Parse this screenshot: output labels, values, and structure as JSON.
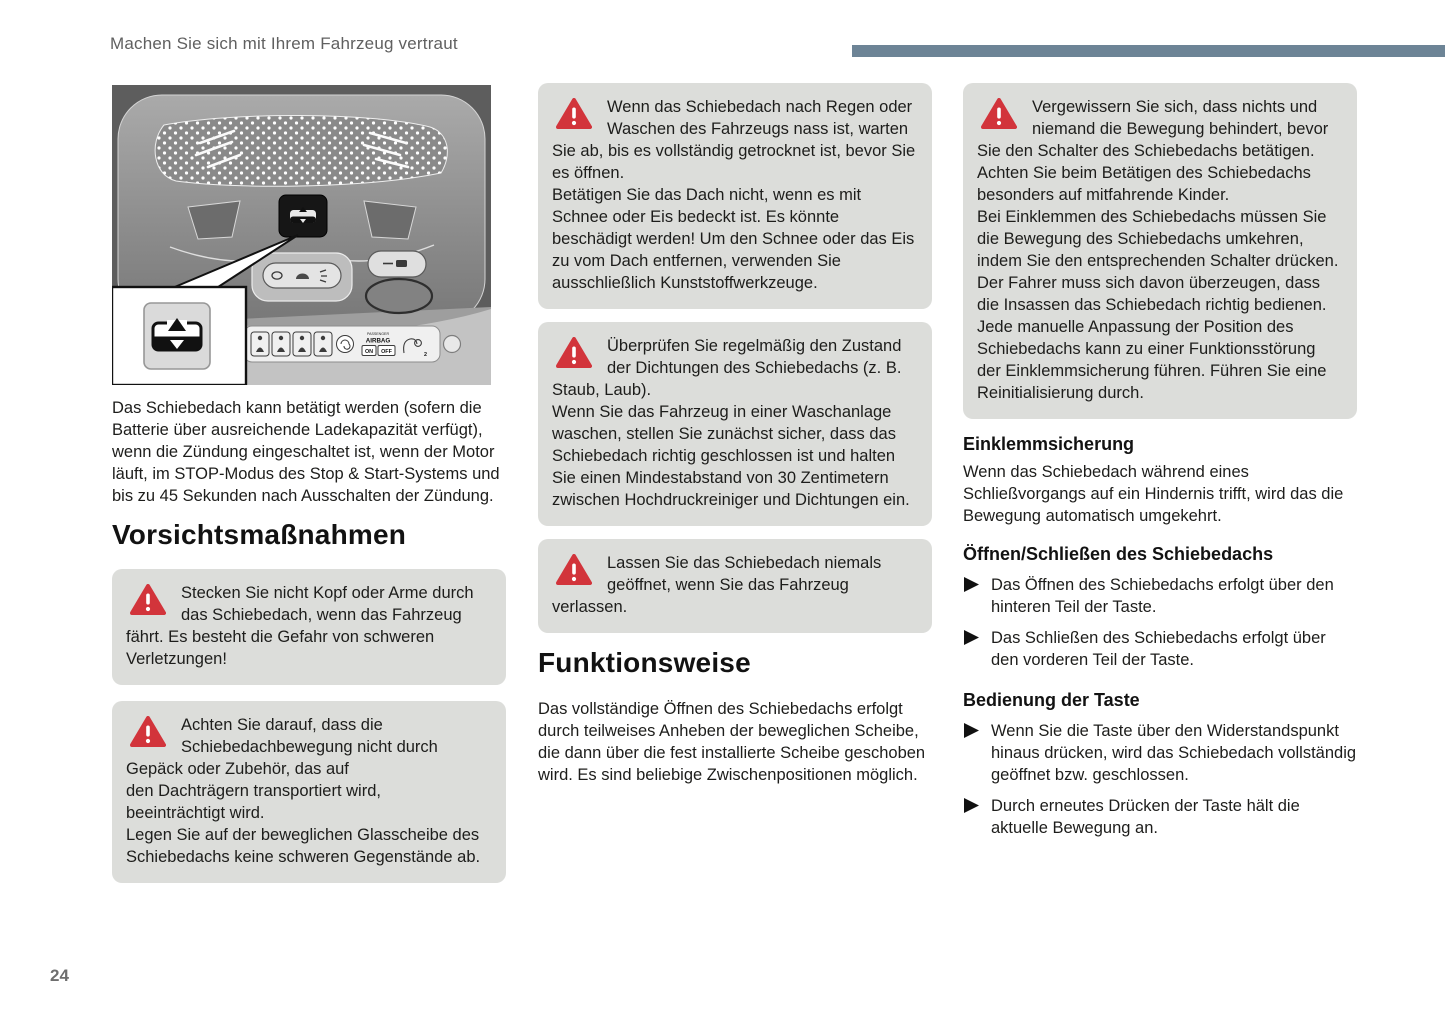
{
  "colors": {
    "accent_bar": "#6d8496",
    "warning_red": "#d2343b",
    "warning_box_bg": "#dcddda"
  },
  "header": {
    "running_head": "Machen Sie sich mit Ihrem Fahrzeug vertraut"
  },
  "footer": {
    "page_number": "24"
  },
  "figure": {
    "description": "overhead-console-with-sunroof-switch",
    "passenger_label": "PASSENGER",
    "airbag_label": "AIRBAG",
    "on_label": "ON",
    "off_label": "OFF"
  },
  "left_column": {
    "intro": "Das Schiebedach kann betätigt werden (sofern die Batterie über ausreichende Ladekapazität verfügt), wenn die Zündung eingeschaltet ist, wenn der Motor läuft, im STOP-Modus des Stop & Start-Systems und bis zu 45 Sekunden nach Ausschalten der Zündung.",
    "heading": "Vorsichtsmaßnahmen",
    "warnings": [
      "Stecken Sie nicht Kopf oder Arme durch das Schiebedach, wenn das Fahrzeug fährt. Es besteht die Gefahr von schweren Verletzungen!",
      "Achten Sie darauf, dass die Schiebedachbewegung nicht durch Gepäck oder Zubehör, das auf\nden Dachträgern transportiert wird,\nbeeinträchtigt wird.\nLegen Sie auf der beweglichen Glasscheibe des Schiebedachs keine schweren Gegenstände ab."
    ]
  },
  "middle_column": {
    "warnings": [
      "Wenn das Schiebedach nach Regen oder Waschen des Fahrzeugs nass ist, warten Sie ab, bis es vollständig getrocknet ist, bevor Sie es öffnen.\nBetätigen Sie das Dach nicht, wenn es mit Schnee oder Eis bedeckt ist. Es könnte beschädigt werden! Um den Schnee oder das Eis zu vom Dach entfernen, verwenden Sie ausschließlich Kunststoffwerkzeuge.",
      "Überprüfen Sie regelmäßig den Zustand der Dichtungen des Schiebedachs (z. B. Staub, Laub).\nWenn Sie das Fahrzeug in einer Waschanlage waschen, stellen Sie zunächst sicher, dass das Schiebedach richtig geschlossen ist und halten\nSie einen Mindestabstand von 30 Zentimetern zwischen Hochdruckreiniger und Dichtungen ein.",
      "Lassen Sie das Schiebedach niemals geöffnet, wenn Sie das Fahrzeug verlassen."
    ],
    "heading": "Funktionsweise",
    "body": "Das vollständige Öffnen des Schiebedachs erfolgt durch teilweises Anheben der beweglichen Scheibe, die dann über die fest installierte Scheibe geschoben wird. Es sind beliebige Zwischenpositionen möglich."
  },
  "right_column": {
    "warning": "Vergewissern Sie sich, dass nichts und niemand die Bewegung behindert, bevor Sie den Schalter des Schiebedachs betätigen.\nAchten Sie beim Betätigen des Schiebedachs besonders auf mitfahrende Kinder.\nBei Einklemmen des Schiebedachs müssen Sie die Bewegung des Schiebedachs umkehren, indem Sie den entsprechenden Schalter drücken.\nDer Fahrer muss sich davon überzeugen, dass die Insassen das Schiebedach richtig bedienen.\nJede manuelle Anpassung der Position des Schiebedachs kann zu einer Funktionsstörung der Einklemmsicherung führen. Führen Sie eine Reinitialisierung durch.",
    "sections": [
      {
        "heading": "Einklemmsicherung",
        "body": "Wenn das Schiebedach während eines Schließvorgangs auf ein Hindernis trifft, wird das die Bewegung automatisch umgekehrt."
      },
      {
        "heading": "Öffnen/Schließen des Schiebedachs",
        "bullets": [
          "Das Öffnen des Schiebedachs erfolgt über den hinteren Teil der Taste.",
          "Das Schließen des Schiebedachs erfolgt über den vorderen Teil der Taste."
        ]
      },
      {
        "heading": "Bedienung der Taste",
        "bullets": [
          "Wenn Sie die Taste über den Widerstandspunkt hinaus drücken, wird das Schiebedach vollständig geöffnet bzw. geschlossen.",
          "Durch erneutes Drücken der Taste hält die aktuelle Bewegung an."
        ]
      }
    ]
  }
}
